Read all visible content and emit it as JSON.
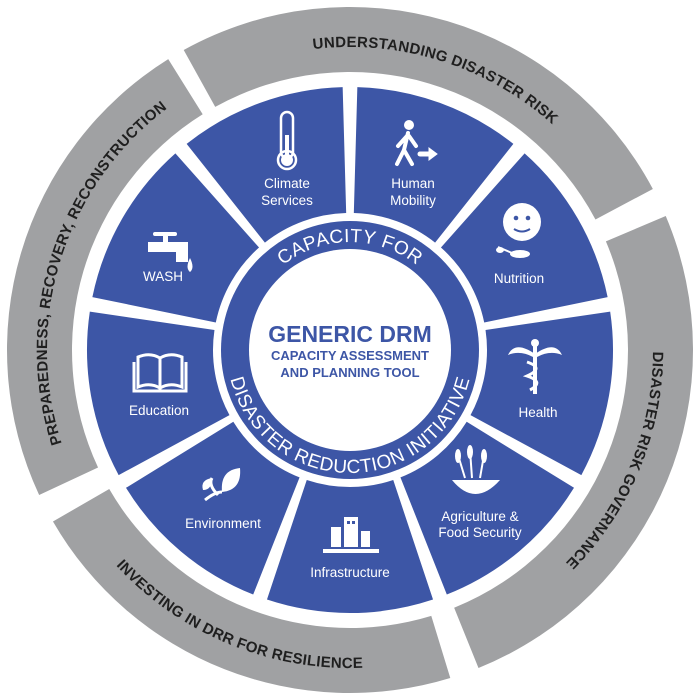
{
  "colors": {
    "blue": "#3d56a6",
    "gray": "#a0a1a3",
    "text_dark": "#1f1f1f",
    "white": "#ffffff"
  },
  "center": {
    "title": "GENERIC DRM",
    "line2": "CAPACITY ASSESSMENT",
    "line3": "AND PLANNING TOOL",
    "ring_top": "CAPACITY FOR",
    "ring_bottom": "DISASTER REDUCTION INITIATIVE"
  },
  "outer_ring": [
    {
      "label": "UNDERSTANDING DISASTER RISK"
    },
    {
      "label": "DISASTER RISK GOVERNANCE"
    },
    {
      "label": "INVESTING IN DRR FOR RESILIENCE"
    },
    {
      "label": "PREPAREDNESS, RECOVERY, RECONSTRUCTION"
    }
  ],
  "segments": [
    {
      "lines": [
        "Human",
        "Mobility"
      ],
      "icon": "walking-person-arrow-icon"
    },
    {
      "lines": [
        "Nutrition"
      ],
      "icon": "face-spoon-icon"
    },
    {
      "lines": [
        "Health"
      ],
      "icon": "caduceus-icon"
    },
    {
      "lines": [
        "Agriculture &",
        "Food Security"
      ],
      "icon": "wheat-bowl-icon"
    },
    {
      "lines": [
        "Infrastructure"
      ],
      "icon": "buildings-icon"
    },
    {
      "lines": [
        "Environment"
      ],
      "icon": "leaf-icon"
    },
    {
      "lines": [
        "Education"
      ],
      "icon": "book-icon"
    },
    {
      "lines": [
        "WASH"
      ],
      "icon": "tap-drop-icon"
    },
    {
      "lines": [
        "Climate",
        "Services"
      ],
      "icon": "thermometer-icon"
    }
  ]
}
